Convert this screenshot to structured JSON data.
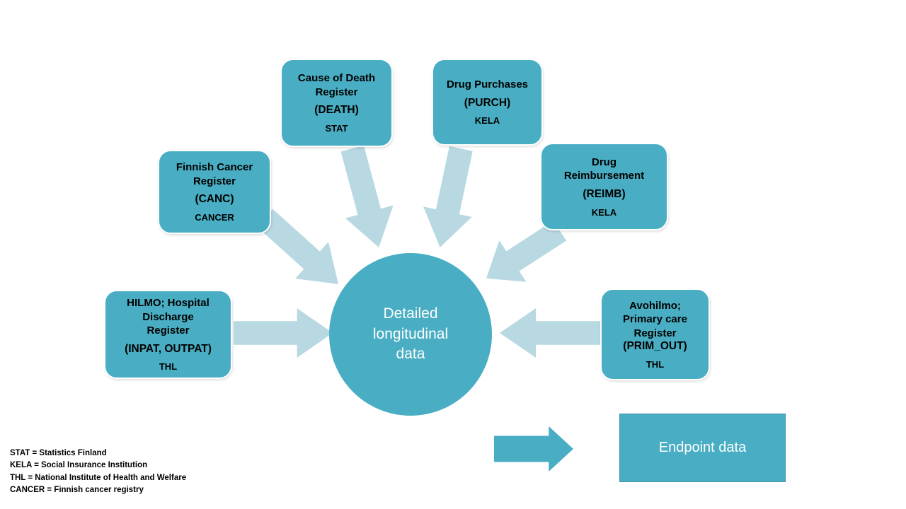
{
  "diagram": {
    "center": {
      "label": "Detailed\nlongitudinal\ndata"
    },
    "sources": {
      "death": {
        "name": "Cause of Death\nRegister",
        "code": "(DEATH)",
        "agency": "STAT"
      },
      "purch": {
        "name": "Drug Purchases",
        "code": "(PURCH)",
        "agency": "KELA"
      },
      "canc": {
        "name": "Finnish Cancer\nRegister",
        "code": "(CANC)",
        "agency": "CANCER"
      },
      "reimb": {
        "name": "Drug\nReimbursement",
        "code": "(REIMB)",
        "agency": "KELA"
      },
      "inpat": {
        "name": "HILMO; Hospital\nDischarge\nRegister",
        "code": "(INPAT, OUTPAT)",
        "agency": "THL"
      },
      "prim": {
        "name": "Avohilmo;\nPrimary care\nRegister",
        "code": "(PRIM_OUT)",
        "agency": "THL"
      }
    },
    "endpoint": {
      "label": "Endpoint data"
    },
    "legend": [
      "STAT = Statistics Finland",
      "KELA = Social Insurance Institution",
      "THL = National Institute of Health and Welfare",
      "CANCER = Finnish cancer registry"
    ],
    "colors": {
      "shape_teal": "#49aec3",
      "arrow_light_blue": "#b8d8e2",
      "endpoint_border": "#3e93a8",
      "box_text": "#000000",
      "center_text": "#ffffff"
    }
  }
}
